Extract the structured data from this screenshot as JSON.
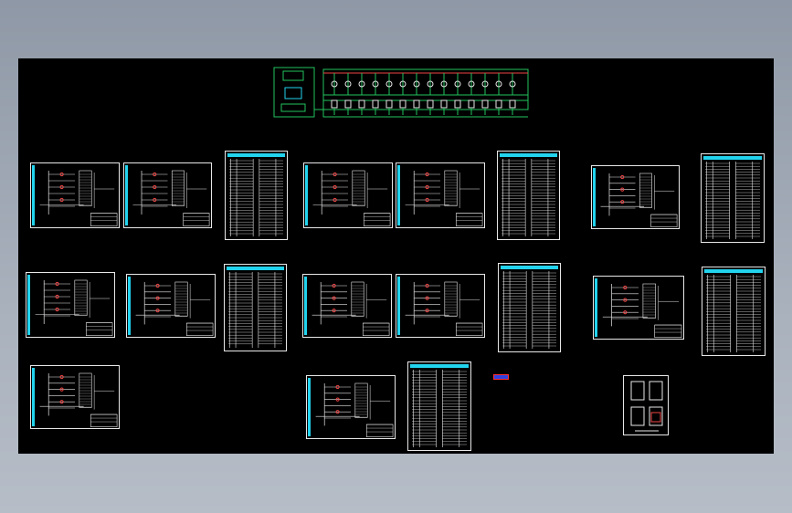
{
  "cad_view": {
    "background_color": "#000000",
    "line_color": "#e8e8e8",
    "accent_cyan": "#22d3ee",
    "accent_green": "#22c55e",
    "accent_red": "#ef4444",
    "marker_color": "#3040e0"
  },
  "top_diagram": {
    "title": "",
    "breaker_count": 14
  },
  "sheets": [
    {
      "id": "s1",
      "kind": "schematic"
    },
    {
      "id": "s2",
      "kind": "schematic"
    },
    {
      "id": "s3",
      "kind": "table"
    },
    {
      "id": "s4",
      "kind": "schematic"
    },
    {
      "id": "s5",
      "kind": "schematic"
    },
    {
      "id": "s6",
      "kind": "table"
    },
    {
      "id": "s7",
      "kind": "schematic"
    },
    {
      "id": "s8",
      "kind": "table"
    },
    {
      "id": "s9",
      "kind": "schematic"
    },
    {
      "id": "s10",
      "kind": "schematic"
    },
    {
      "id": "s11",
      "kind": "table"
    },
    {
      "id": "s12",
      "kind": "schematic"
    },
    {
      "id": "s13",
      "kind": "schematic"
    },
    {
      "id": "s14",
      "kind": "table"
    },
    {
      "id": "s15",
      "kind": "schematic"
    },
    {
      "id": "s16",
      "kind": "table"
    },
    {
      "id": "s17",
      "kind": "schematic"
    },
    {
      "id": "s18",
      "kind": "schematic"
    },
    {
      "id": "s19",
      "kind": "table"
    },
    {
      "id": "s20",
      "kind": "layout"
    }
  ]
}
